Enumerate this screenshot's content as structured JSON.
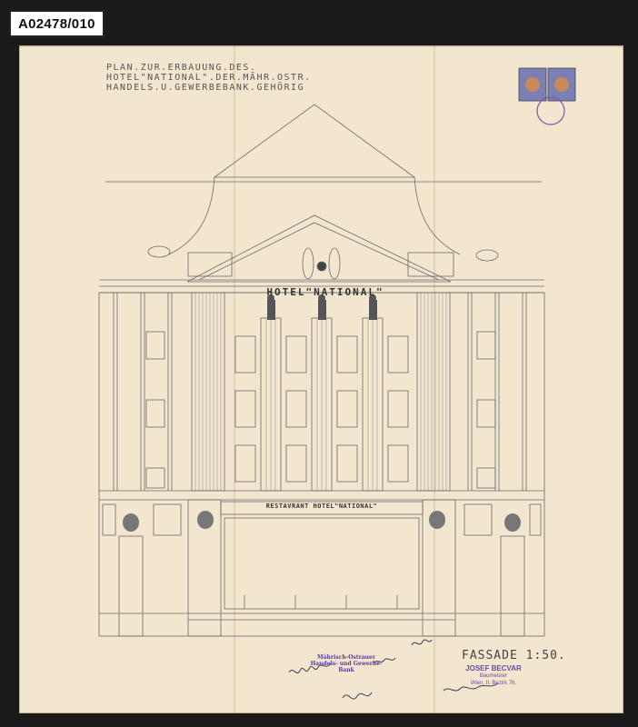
{
  "sheet_id": "A02478/010",
  "title": {
    "line1": "PLAN.ZUR.ERBAUUNG.DES.",
    "line2": "HOTEL\"NATIONAL\".DER.MÄHR.OSTR.",
    "line3": "HANDELS.U.GEWERBEBANK.GEHÖRIG"
  },
  "facade": {
    "hotel_name": "HOTEL\"NATIONAL\"",
    "restaurant_banner": "RESTAVRANT HOTEL\"NATIONAL\"",
    "scale_label": "FASSADE 1:50."
  },
  "stamps": {
    "bank_stamp": "Mährisch-Ostrauer Handels- und Gewerbe-Bank",
    "architect_name": "JOSEF BECVAR",
    "architect_title": "Baumeister",
    "architect_address": "Wien, II. Bezirk 76."
  }
}
